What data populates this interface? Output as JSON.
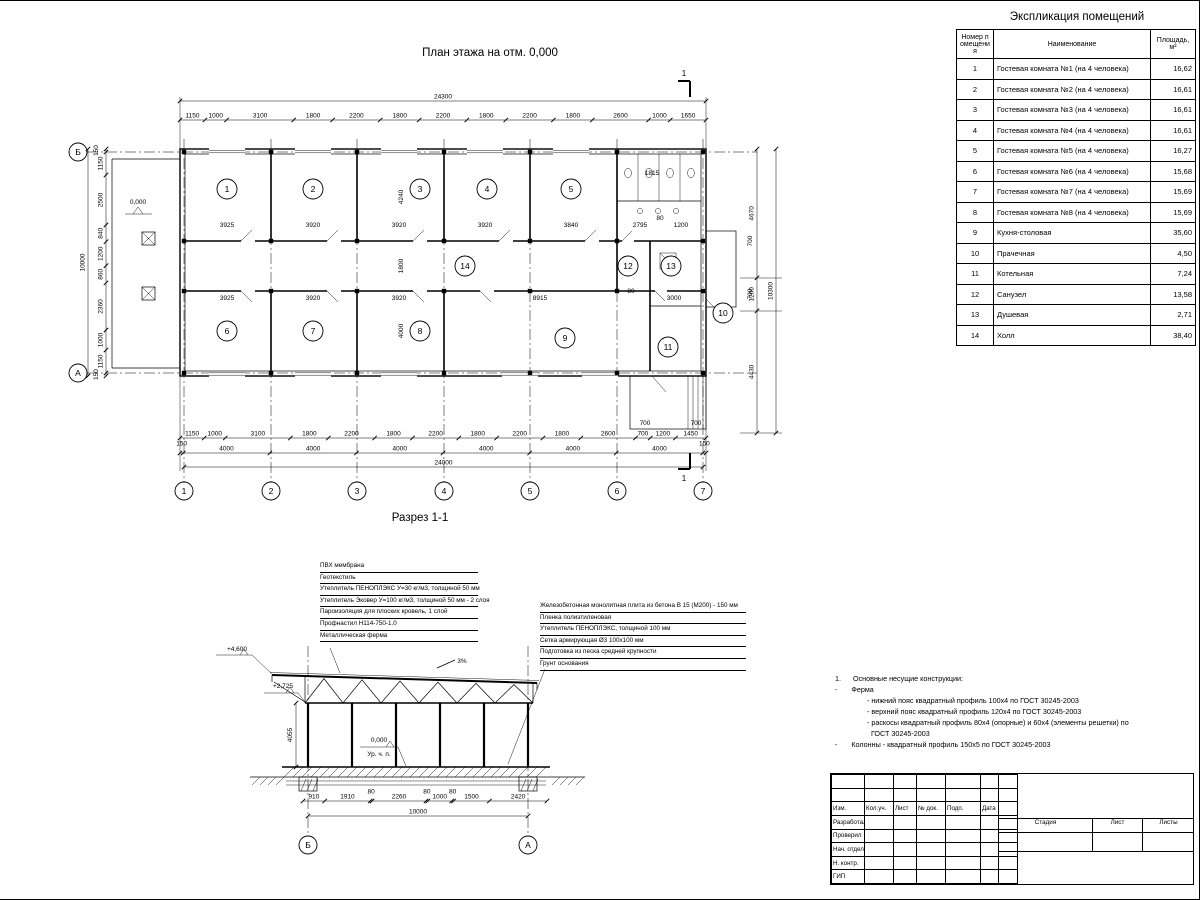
{
  "titles": {
    "plan": "План этажа на отм. 0,000",
    "section": "Разрез 1-1",
    "explication": "Экспликация помещений"
  },
  "explication": {
    "headers": {
      "number": "Номер помещения",
      "name": "Наименование",
      "area": "Площадь, м²"
    },
    "rows": [
      {
        "number": "1",
        "name": "Гостевая комната №1 (на 4 человека)",
        "area": "16,62"
      },
      {
        "number": "2",
        "name": "Гостевая комната №2 (на 4 человека)",
        "area": "16,61"
      },
      {
        "number": "3",
        "name": "Гостевая комната №3 (на 4 человека)",
        "area": "16,61"
      },
      {
        "number": "4",
        "name": "Гостевая комната №4 (на 4 человека)",
        "area": "16,61"
      },
      {
        "number": "5",
        "name": "Гостевая комната №5 (на 4 человека)",
        "area": "16,27"
      },
      {
        "number": "6",
        "name": "Гостевая комната №6 (на 4 человека)",
        "area": "15,68"
      },
      {
        "number": "7",
        "name": "Гостевая комната №7 (на 4 человека)",
        "area": "15,69"
      },
      {
        "number": "8",
        "name": "Гостевая комната №8 (на 4 человека)",
        "area": "15,69"
      },
      {
        "number": "9",
        "name": "Кухня-столовая",
        "area": "35,60"
      },
      {
        "number": "10",
        "name": "Прачечная",
        "area": "4,50"
      },
      {
        "number": "11",
        "name": "Котельная",
        "area": "7,24"
      },
      {
        "number": "12",
        "name": "Санузел",
        "area": "13,58"
      },
      {
        "number": "13",
        "name": "Душевая",
        "area": "2,71"
      },
      {
        "number": "14",
        "name": "Холл",
        "area": "38,40"
      }
    ]
  },
  "plan": {
    "grid_cols": [
      "1",
      "2",
      "3",
      "4",
      "5",
      "6",
      "7"
    ],
    "grid_row_top": "Б",
    "grid_row_bottom": "А",
    "rooms": [
      "1",
      "2",
      "3",
      "4",
      "5",
      "6",
      "7",
      "8",
      "9",
      "10",
      "11",
      "12",
      "13",
      "14"
    ],
    "elevation": "0,000",
    "cut_label": "1",
    "dims_top_total": "24300",
    "dims_top": [
      "1150",
      "1000",
      "3100",
      "1800",
      "2200",
      "1800",
      "2200",
      "1800",
      "2200",
      "1800",
      "2600",
      "1000",
      "1650"
    ],
    "dims_bottom": [
      "1150",
      "1000",
      "3100",
      "1800",
      "2200",
      "1800",
      "2200",
      "1800",
      "2200",
      "1800",
      "2600",
      "700",
      "1200",
      "1450"
    ],
    "dims_axes": [
      "150",
      "4000",
      "4000",
      "4000",
      "4000",
      "4000",
      "4000",
      "150"
    ],
    "dims_bottom_total": "24000",
    "dims_left": [
      "150",
      "1150",
      "2500",
      "840",
      "1200",
      "860",
      "2360",
      "1000",
      "1150",
      "150"
    ],
    "dims_left_total": "10000",
    "dims_right": [
      "4670",
      "1200",
      "4430"
    ],
    "dims_right_total": "10300",
    "dims_room_upper": [
      "3925",
      "3920",
      "3920",
      "3920",
      "3840"
    ],
    "dims_room_lower": [
      "3925",
      "3920",
      "3920",
      "8915",
      "80",
      "3000"
    ],
    "dims_san": [
      "2795",
      "80",
      "1200",
      "1815"
    ],
    "dims_vert_mid": [
      "4240",
      "1800",
      "4000"
    ],
    "dims_right_wall": [
      "700",
      "700"
    ],
    "dims_porch": [
      "700",
      "700"
    ]
  },
  "section": {
    "roof_layers": [
      "ПВХ мембрана",
      "Геотекстиль",
      "Утеплитель ПЕНОПЛЭКС У=30 кг/м3, толщиной 50 мм",
      "Утеплитель Эковер У=100 кг/м3, толщиной 50 мм - 2 слоя",
      "Пароизоляция для плоских кровель, 1 слой",
      "Профнастил Н114-750-1.0",
      "Металлическая ферма"
    ],
    "floor_layers": [
      "Железобетонная монолитная плита из бетона В 15 (М200) - 150 мм",
      "Пленка полиэтиленовая",
      "Утеплитель ПЕНОПЛЭКС, толщиной 100 мм",
      "Сетка армирующая Ø3 100х100 мм",
      "Подготовка из песка средней крупности",
      "Грунт основания"
    ],
    "elev_top": "+4,600",
    "elev_eave": "+2,725",
    "elev_zero": "0,000",
    "floor_label": "Ур. ч. п.",
    "slope": "3%",
    "height": "4055",
    "dims_bottom": [
      "910",
      "1910",
      "80",
      "2260",
      "80",
      "1000",
      "80",
      "1500",
      "2420"
    ],
    "dims_total": "10000",
    "axis_left": "Б",
    "axis_right": "А"
  },
  "notes": {
    "lines": [
      "1.      Основные несущие конструкции:",
      "-       Ферма",
      "                - нижний пояс квадратный профиль 100х4 по ГОСТ 30245-2003",
      "                - верхний пояс квадратный профиль 120х4 по ГОСТ 30245-2003",
      "                - раскосы квадратный профиль 80х4 (опорные) и 60х4 (элементы решетки) по",
      "                  ГОСТ 30245-2003",
      "-       Колонны - квадратный профиль 150х5 по ГОСТ 30245-2003"
    ]
  },
  "title_block": {
    "cols": [
      "Изм.",
      "Кол.уч.",
      "Лист",
      "№ док.",
      "Подп.",
      "Дата"
    ],
    "roles": [
      "Разработал",
      "Проверил",
      "Нач. отдела",
      "Н. контр.",
      "ГИП"
    ],
    "stages": [
      "Стадия",
      "Лист",
      "Листы"
    ]
  }
}
